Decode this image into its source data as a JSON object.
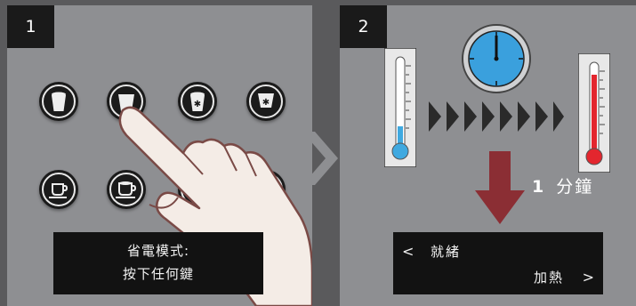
{
  "step1": {
    "number": "1",
    "display": {
      "line1": "省電模式:",
      "line2": "按下任何鍵"
    },
    "buttons": [
      {
        "id": "coffee-tall-icon"
      },
      {
        "id": "cup-icon"
      },
      {
        "id": "milk-froth-cup-icon"
      },
      {
        "id": "milk-froth-small-icon"
      },
      {
        "id": "espresso-cup-icon"
      },
      {
        "id": "cappuccino-cup-icon"
      },
      {
        "id": "hidden-button-icon"
      },
      {
        "id": "hidden-button-2-icon"
      }
    ],
    "gesture_icon": "hand-pointer-icon"
  },
  "step2": {
    "number": "2",
    "clock_icon": "clock-icon",
    "cold_thermometer_icon": "thermometer-cold-icon",
    "hot_thermometer_icon": "thermometer-hot-icon",
    "duration_number": "1",
    "duration_unit": "分鐘",
    "display": {
      "left_arrow": "<",
      "status": "就緒",
      "action": "加熱",
      "right_arrow": ">"
    }
  },
  "colors": {
    "panel": "#8e8f92",
    "background": "#5a5a5c",
    "display": "#121212",
    "cold": "#3fa9e0",
    "hot": "#e3262e",
    "arrow_down": "#8b2e34",
    "clock": "#3aa0dd"
  }
}
